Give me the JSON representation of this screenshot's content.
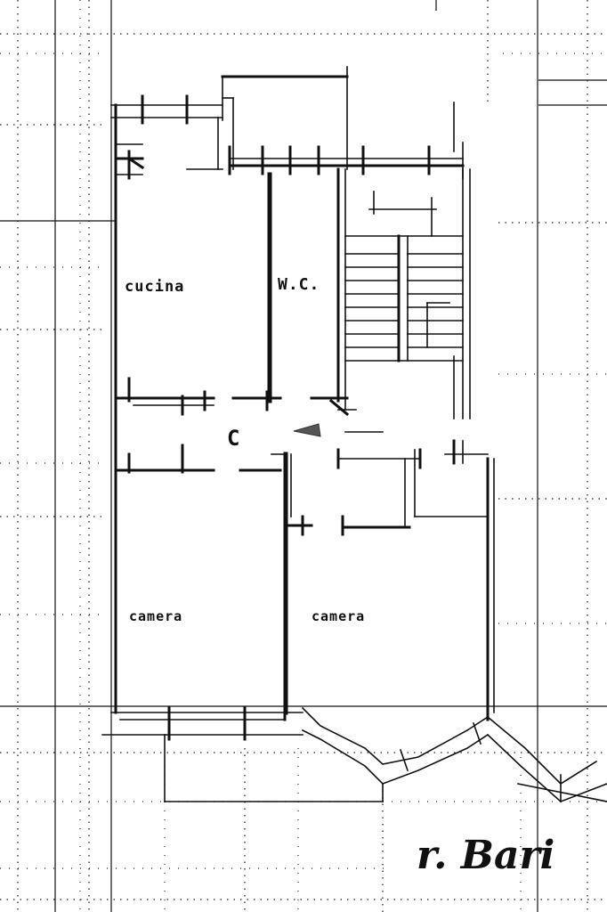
{
  "rooms": {
    "kitchen": "cucina",
    "wc": "W.C.",
    "bedroom_1": "camera",
    "bedroom_2": "camera"
  },
  "corridor_mark": "C",
  "street_label": "r. Bari"
}
